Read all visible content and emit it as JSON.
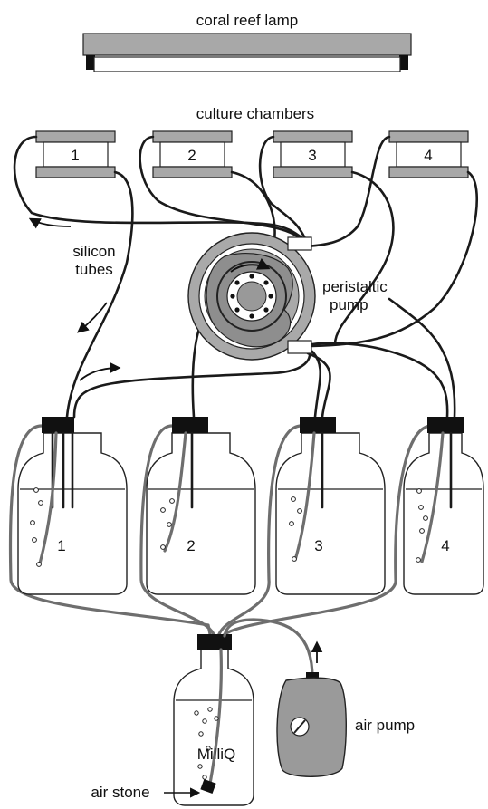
{
  "labels": {
    "lamp": "coral reef lamp",
    "chambers": "culture chambers",
    "tubes_line1": "silicon",
    "tubes_line2": "tubes",
    "pump_line1": "peristaltic",
    "pump_line2": "pump",
    "air_pump": "air pump",
    "milliq": "MilliQ",
    "air_stone": "air stone"
  },
  "chambers": [
    "1",
    "2",
    "3",
    "4"
  ],
  "bottles": [
    "1",
    "2",
    "3",
    "4"
  ],
  "colors": {
    "lamp_body": "#a8a8a8",
    "pump_ring": "#a9a9a9",
    "air_pump": "#9a9a9a",
    "tube": "#1a1a1a",
    "air_tube": "#6e6e6e"
  }
}
